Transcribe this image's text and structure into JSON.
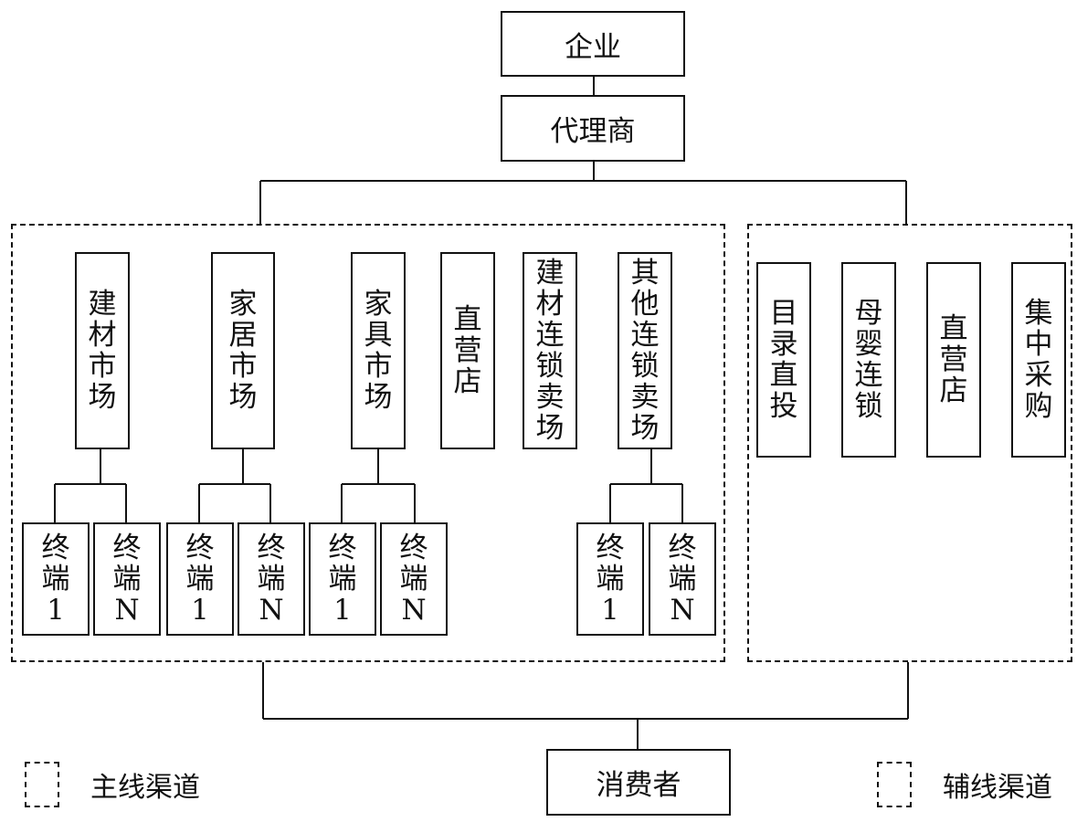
{
  "enterprise": "企业",
  "agent": "代理商",
  "consumer": "消费者",
  "main_channels": [
    {
      "label": "建材市场",
      "terminals": [
        "终端1",
        "终端N"
      ]
    },
    {
      "label": "家居市场",
      "terminals": [
        "终端1",
        "终端N"
      ]
    },
    {
      "label": "家具市场",
      "terminals": [
        "终端1",
        "终端N"
      ]
    },
    {
      "label": "直营店",
      "terminals": []
    },
    {
      "label": "建材连锁卖场",
      "terminals": []
    },
    {
      "label": "其他连锁卖场",
      "terminals": [
        "终端1",
        "终端N"
      ]
    }
  ],
  "aux_channels": [
    "目录直投",
    "母婴连锁",
    "直营店",
    "集中采购"
  ],
  "legend": {
    "main": "主线渠道",
    "aux": "辅线渠道"
  }
}
